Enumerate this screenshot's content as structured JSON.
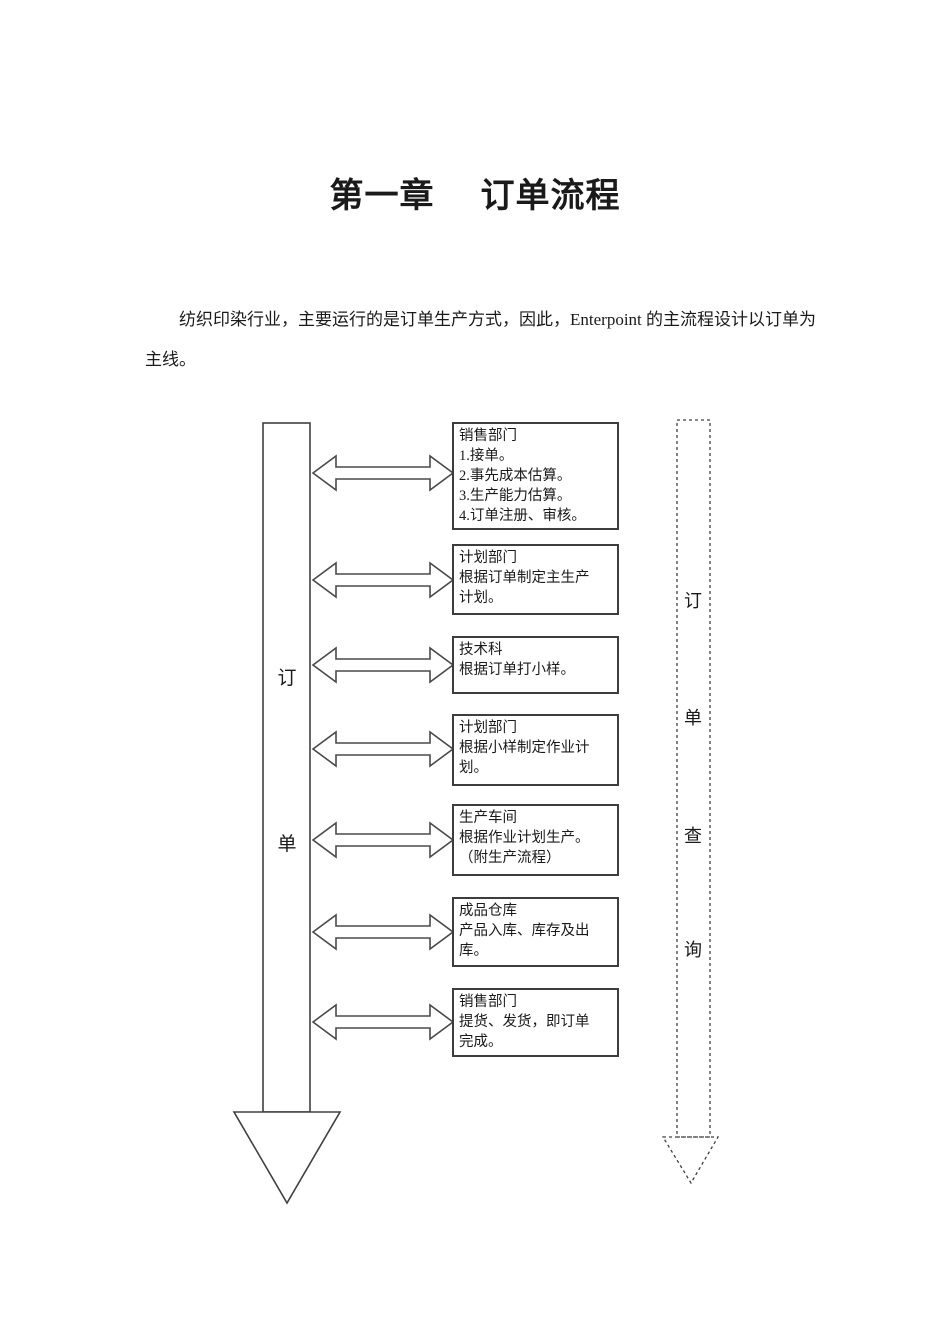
{
  "title": {
    "part1": "第一章",
    "part2": "订单流程"
  },
  "intro": {
    "line1": "纺织印染行业，主要运行的是订单生产方式，因此，Enterpoint 的主流程设计以订单为",
    "line2": "主线。"
  },
  "flowchart": {
    "left_arrow": {
      "chars": [
        "订",
        "单"
      ]
    },
    "right_arrow": {
      "chars": [
        "订",
        "单",
        "查",
        "询"
      ]
    },
    "boxes": [
      {
        "lines": [
          "销售部门",
          "1.接单。",
          "2.事先成本估算。",
          "3.生产能力估算。",
          "4.订单注册、审核。"
        ]
      },
      {
        "lines": [
          "计划部门",
          "根据订单制定主生产",
          "计划。"
        ]
      },
      {
        "lines": [
          "技术科",
          "根据订单打小样。"
        ]
      },
      {
        "lines": [
          "计划部门",
          "根据小样制定作业计",
          "划。"
        ]
      },
      {
        "lines": [
          "生产车间",
          "根据作业计划生产。",
          "（附生产流程）"
        ]
      },
      {
        "lines": [
          "成品仓库",
          "产品入库、库存及出",
          "库。"
        ]
      },
      {
        "lines": [
          "销售部门",
          "提货、发货，即订单",
          "完成。"
        ]
      }
    ],
    "colors": {
      "stroke": "#404040",
      "box_border": "#3d3d3d",
      "text": "#1a1a1a"
    }
  }
}
